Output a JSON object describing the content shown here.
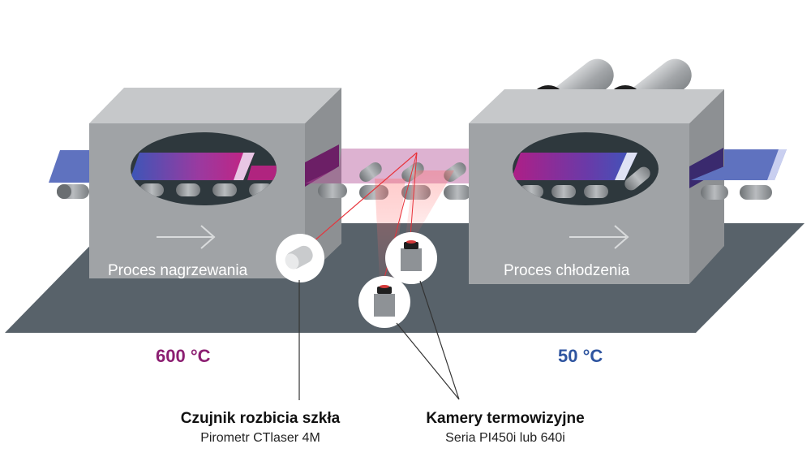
{
  "heating": {
    "process_label": "Proces nagrzewania",
    "temperature": "600 °C"
  },
  "cooling": {
    "process_label": "Proces chłodzenia",
    "temperature": "50 °C"
  },
  "sensor_glass_break": {
    "title": "Czujnik rozbicia szkła",
    "subtitle": "Pirometr CTlaser 4M"
  },
  "thermal_cameras": {
    "title": "Kamery termowizyjne",
    "subtitle": "Seria PI450i lub 640i"
  },
  "colors": {
    "hot": "#8c1f72",
    "cold": "#2f55a0",
    "floor": "#58626a",
    "furnace_front": "#a0a3a6",
    "glass_blue": "#5f72bf",
    "glass_magenta": "#b0247f",
    "laser": "#e8323a"
  }
}
